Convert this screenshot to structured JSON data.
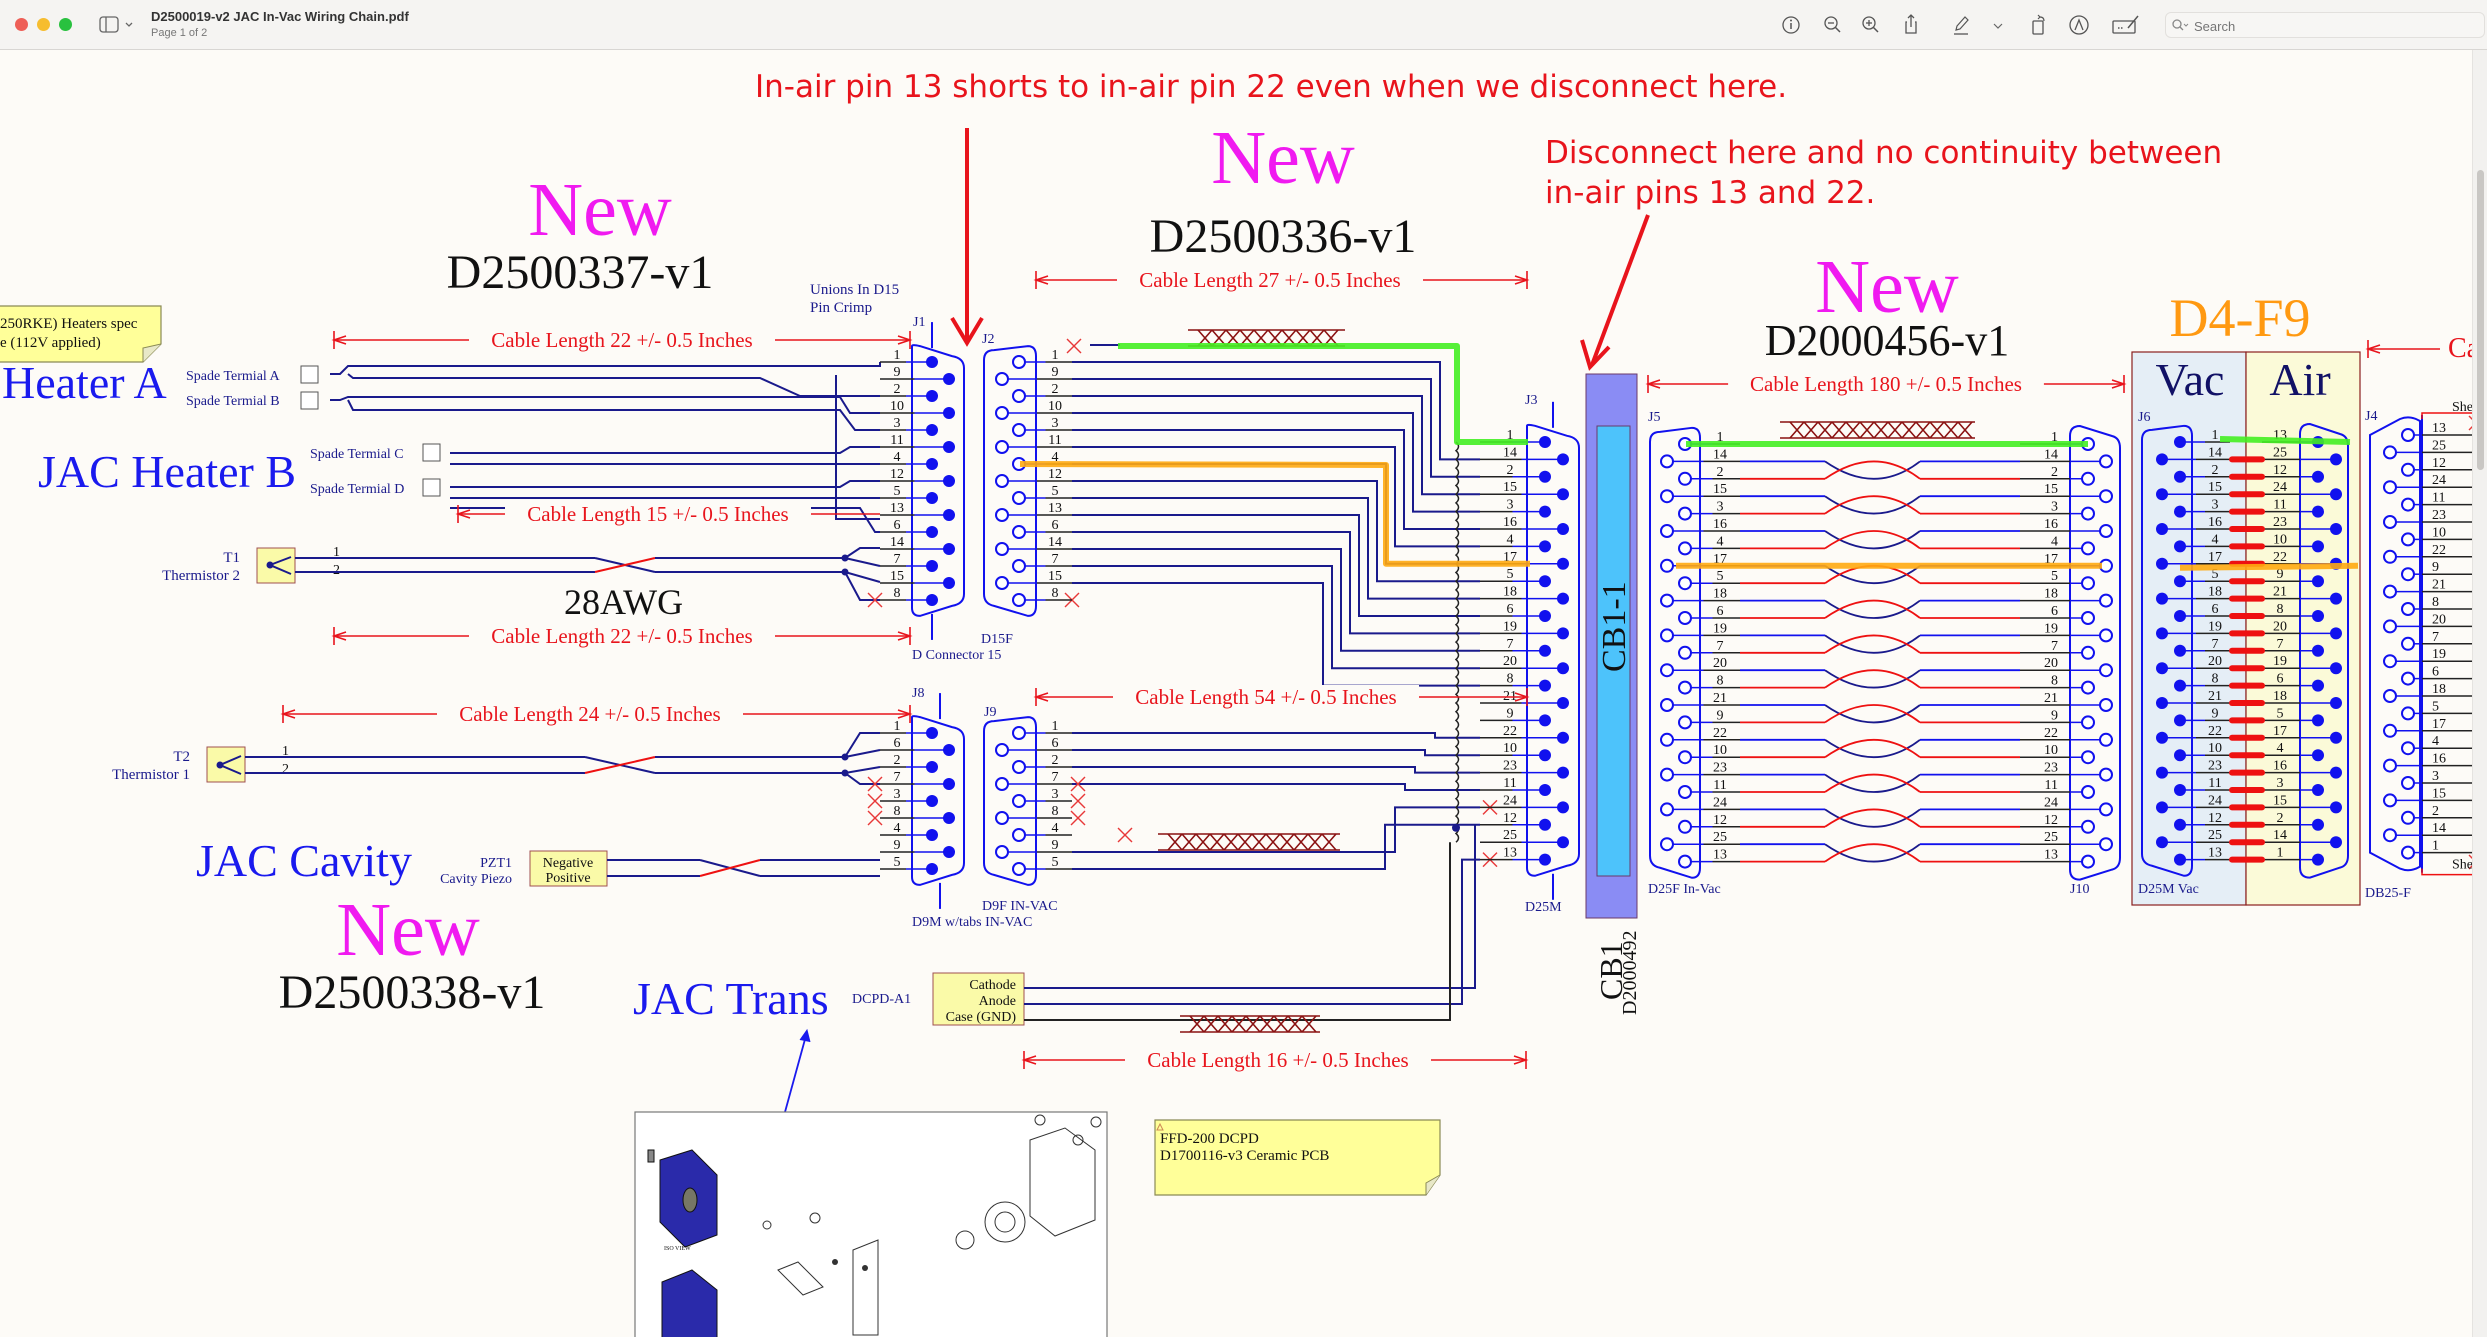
{
  "window": {
    "title": "D2500019-v2 JAC In-Vac Wiring Chain.pdf",
    "subtitle": "Page 1 of 2",
    "toolbar": [
      "info-icon",
      "zoom-out-icon",
      "zoom-in-icon",
      "share-icon",
      "markup-pen-icon",
      "markup-menu-chevron-icon",
      "rotate-icon",
      "annotate-icon",
      "form-fill-icon"
    ],
    "search_placeholder": "Search"
  },
  "annotations": {
    "short_note": "In-air pin 13 shorts to in-air pin 22 even when we disconnect here.",
    "disconnect_note_line1": "Disconnect here and no continuity between",
    "disconnect_note_line2": "in-air pins 13 and 22."
  },
  "labels": {
    "new": "New",
    "d2500337": "D2500337-v1",
    "d2500336": "D2500336-v1",
    "d2000456": "D2000456-v1",
    "d2500338": "D2500338-v1",
    "d4f9": "D4-F9",
    "vac": "Vac",
    "air": "Air",
    "heater_a": "Heater A",
    "heater_b": "JAC Heater B",
    "jac_cavity": "JAC Cavity",
    "jac_trans": "JAC Trans",
    "awg": "28AWG",
    "unions_line1": "Unions In D15",
    "unions_line2": "Pin Crimp",
    "heater_note_line1": "250RKE) Heaters spec",
    "heater_note_line2": "e (112V applied)",
    "ffd_note_line1": "FFD-200 DCPD",
    "ffd_note_line2": "D1700116-v3 Ceramic PCB",
    "cb1_label": "CB1-1",
    "cb1_name": "CB1",
    "cb1_part": "D2000492",
    "iso_view": "ISO VIEW"
  },
  "spade_terminals": [
    "Spade Termial A",
    "Spade Termial B",
    "Spade Termial C",
    "Spade Termial D"
  ],
  "sensors": {
    "t1": {
      "ref": "T1",
      "name": "Thermistor 2",
      "pins": [
        "1",
        "2"
      ]
    },
    "t2": {
      "ref": "T2",
      "name": "Thermistor 1",
      "pins": [
        "1",
        "2"
      ]
    },
    "pzt1": {
      "ref": "PZT1",
      "name": "Cavity Piezo",
      "pins": [
        "Negative",
        "Positive"
      ]
    },
    "dcpd": {
      "ref": "DCPD-A1",
      "pins": [
        "Cathode",
        "Anode",
        "Case (GND)"
      ]
    }
  },
  "cable_lengths": {
    "c22_top": "Cable Length 22 +/- 0.5 Inches",
    "c15": "Cable Length 15 +/- 0.5 Inches",
    "c22_bottom": "Cable Length 22 +/- 0.5 Inches",
    "c27": "Cable Length 27 +/- 0.5 Inches",
    "c24": "Cable Length 24 +/- 0.5 Inches",
    "c54": "Cable Length 54 +/- 0.5 Inches",
    "c16": "Cable Length 16 +/- 0.5 Inches",
    "c180": "Cable Length 180 +/- 0.5 Inches",
    "c_right": "Ca"
  },
  "connectors": {
    "J1": {
      "ref": "J1",
      "type": "D Connector 15",
      "pins": [
        "1",
        "9",
        "2",
        "10",
        "3",
        "11",
        "4",
        "12",
        "5",
        "13",
        "6",
        "14",
        "7",
        "15",
        "8"
      ]
    },
    "J2": {
      "ref": "J2",
      "type": "D15F",
      "pins": [
        "1",
        "9",
        "2",
        "10",
        "3",
        "11",
        "4",
        "12",
        "5",
        "13",
        "6",
        "14",
        "7",
        "15",
        "8"
      ]
    },
    "J8": {
      "ref": "J8",
      "type": "D9M w/tabs IN-VAC",
      "pins": [
        "1",
        "6",
        "2",
        "7",
        "3",
        "8",
        "4",
        "9",
        "5"
      ]
    },
    "J9": {
      "ref": "J9",
      "type": "D9F IN-VAC",
      "pins": [
        "1",
        "6",
        "2",
        "7",
        "3",
        "8",
        "4",
        "9",
        "5"
      ]
    },
    "J3": {
      "ref": "J3",
      "type": "D25M",
      "pins": [
        "1",
        "14",
        "2",
        "15",
        "3",
        "16",
        "4",
        "17",
        "5",
        "18",
        "6",
        "19",
        "7",
        "20",
        "8",
        "21",
        "9",
        "22",
        "10",
        "23",
        "11",
        "24",
        "12",
        "25",
        "13"
      ]
    },
    "J5": {
      "ref": "J5",
      "type": "D25F In-Vac",
      "pins": [
        "1",
        "14",
        "2",
        "15",
        "3",
        "16",
        "4",
        "17",
        "5",
        "18",
        "6",
        "19",
        "7",
        "20",
        "8",
        "21",
        "9",
        "22",
        "10",
        "23",
        "11",
        "24",
        "12",
        "25",
        "13"
      ]
    },
    "J10": {
      "ref": "J10",
      "type": "",
      "pins": [
        "1",
        "14",
        "2",
        "15",
        "3",
        "16",
        "4",
        "17",
        "5",
        "18",
        "6",
        "19",
        "7",
        "20",
        "8",
        "21",
        "9",
        "22",
        "10",
        "23",
        "11",
        "24",
        "12",
        "25",
        "13"
      ]
    },
    "J6": {
      "ref": "J6",
      "type": "D25M Vac",
      "pins": [
        "1",
        "14",
        "2",
        "15",
        "3",
        "16",
        "4",
        "17",
        "5",
        "18",
        "6",
        "19",
        "7",
        "20",
        "8",
        "21",
        "9",
        "22",
        "10",
        "23",
        "11",
        "24",
        "12",
        "25",
        "13"
      ]
    },
    "D4F9_air": {
      "ref": "",
      "type": "",
      "pins": [
        "13",
        "25",
        "12",
        "24",
        "11",
        "23",
        "10",
        "22",
        "9",
        "21",
        "8",
        "20",
        "7",
        "19",
        "6",
        "18",
        "5",
        "17",
        "4",
        "16",
        "3",
        "15",
        "2",
        "14",
        "1"
      ]
    },
    "J4": {
      "ref": "J4",
      "type": "DB25-F",
      "shell": "Shel",
      "pins": [
        "13",
        "25",
        "12",
        "24",
        "11",
        "23",
        "10",
        "22",
        "9",
        "21",
        "8",
        "20",
        "7",
        "19",
        "6",
        "18",
        "5",
        "17",
        "4",
        "16",
        "3",
        "15",
        "2",
        "14",
        "1"
      ]
    }
  },
  "colors": {
    "new_magenta": "#f01af0",
    "annotation_red": "#e8141c",
    "wire_blue": "#1a1a8c",
    "pin_blue": "#1111ee",
    "heading_blue": "#1a1aee",
    "highlight_green": "#44ee22",
    "highlight_orange": "#ffaa11",
    "d4f9_orange": "#ff9911",
    "short_red": "#ee1111",
    "cb1_purple": "#8a8cf4",
    "cb1_cyan": "#4dc3fb"
  }
}
